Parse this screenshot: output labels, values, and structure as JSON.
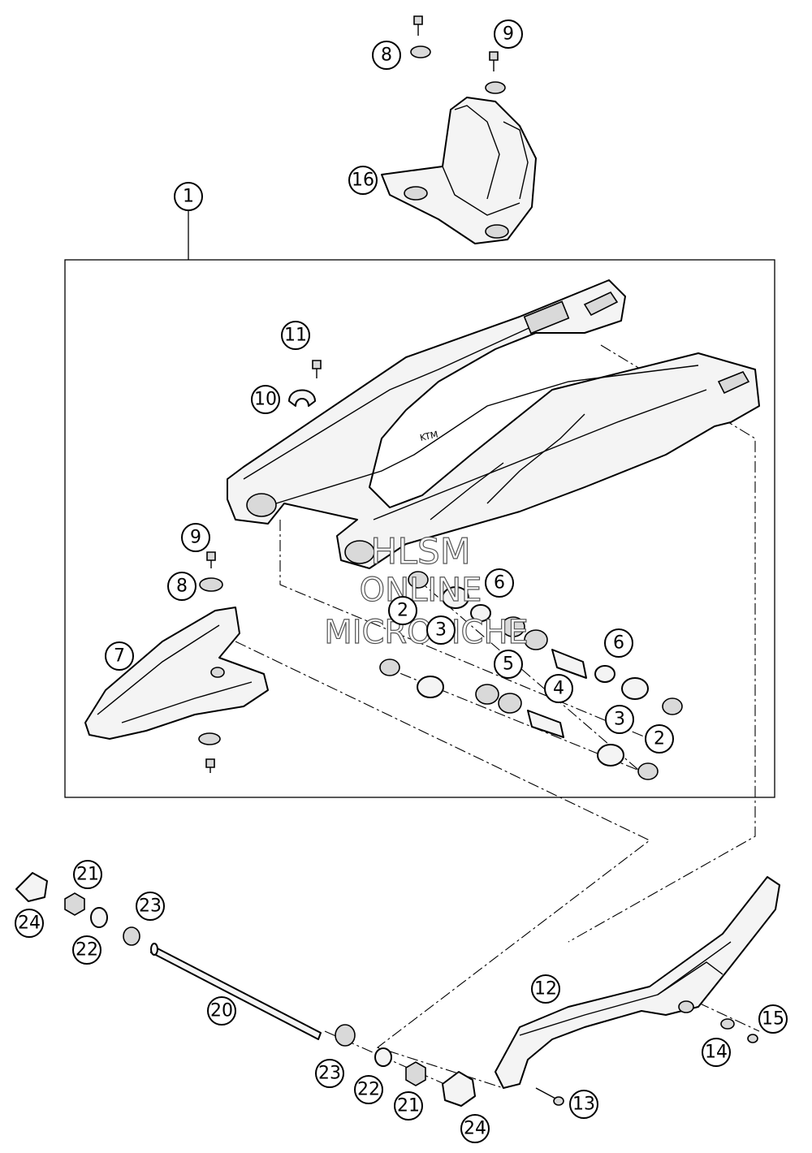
{
  "callouts": [
    {
      "label": "1"
    },
    {
      "label": "2"
    },
    {
      "label": "2"
    },
    {
      "label": "3"
    },
    {
      "label": "3"
    },
    {
      "label": "4"
    },
    {
      "label": "5"
    },
    {
      "label": "6"
    },
    {
      "label": "6"
    },
    {
      "label": "7"
    },
    {
      "label": "8"
    },
    {
      "label": "8"
    },
    {
      "label": "9"
    },
    {
      "label": "9"
    },
    {
      "label": "10"
    },
    {
      "label": "11"
    },
    {
      "label": "12"
    },
    {
      "label": "13"
    },
    {
      "label": "14"
    },
    {
      "label": "15"
    },
    {
      "label": "16"
    },
    {
      "label": "20"
    },
    {
      "label": "21"
    },
    {
      "label": "21"
    },
    {
      "label": "22"
    },
    {
      "label": "22"
    },
    {
      "label": "23"
    },
    {
      "label": "23"
    },
    {
      "label": "24"
    },
    {
      "label": "24"
    }
  ],
  "watermark": {
    "line1": "HLSM",
    "line2": "ONLINE",
    "line3": "MICROFICHE"
  },
  "swingarm_logo": "KTM"
}
